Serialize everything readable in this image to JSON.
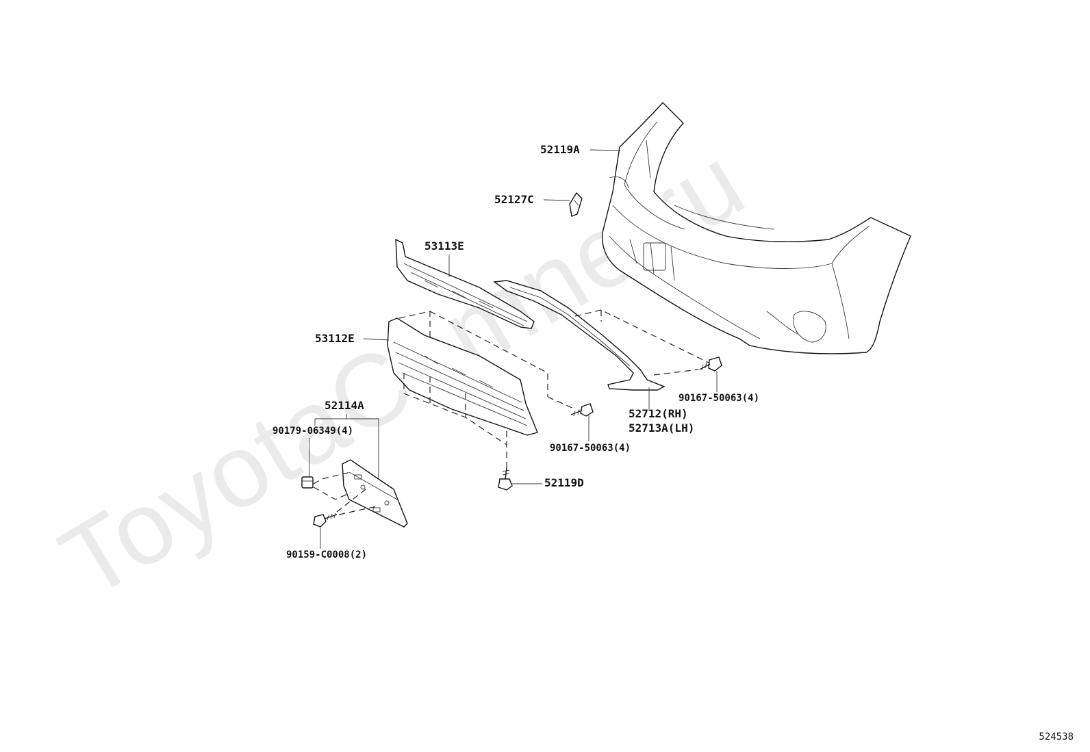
{
  "watermark": "ToyotaCamne.ru",
  "diagram_id": "524538",
  "parts": {
    "bumper_cover": "52119A",
    "bracket_52127c": "52127C",
    "grille_upper": "53113E",
    "grille_lower": "53112E",
    "plate_bracket": "52114A",
    "nut_90179": "90179-06349(4)",
    "bolt_90159": "90159-C0008(2)",
    "screw_center": "90167-50063(4)",
    "screw_right": "90167-50063(4)",
    "clip_52119d": "52119D",
    "molding_rh": "52712(RH)",
    "molding_lh": "52713A(LH)"
  },
  "icons": {
    "bumper": "front-bumper-cover-icon",
    "grille": "radiator-grille-icon",
    "screw": "screw-icon",
    "nut": "nut-icon",
    "bracket": "license-plate-bracket-icon"
  }
}
